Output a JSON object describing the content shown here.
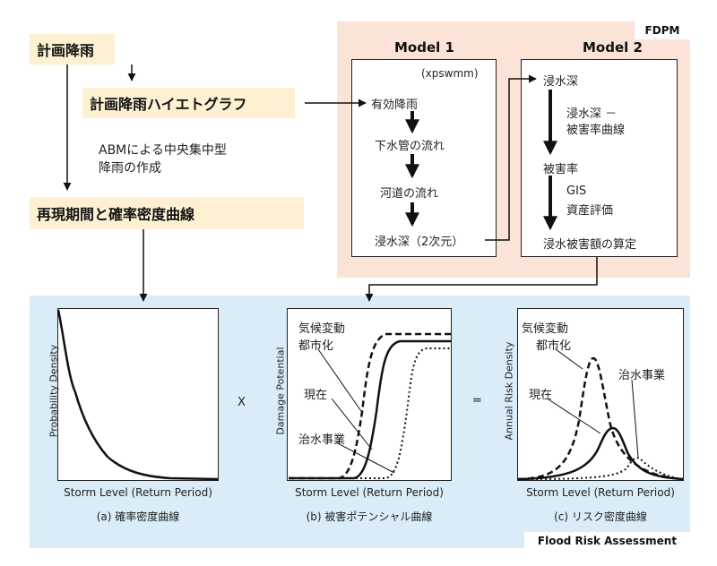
{
  "flow": {
    "rainfall": "計画降雨",
    "hyetograph": "計画降雨ハイエトグラフ",
    "abm_note_line1": "ABMによる中央集中型",
    "abm_note_line2": "降雨の作成",
    "return_period": "再現期間と確率密度曲線"
  },
  "fdpm": {
    "tag": "FDPM",
    "model1": {
      "title": "Model 1",
      "subtitle": "(xpswmm)",
      "steps": [
        "有効降雨",
        "下水管の流れ",
        "河道の流れ",
        "浸水深（2次元）"
      ]
    },
    "model2": {
      "title": "Model 2",
      "steps": [
        "浸水深",
        "被害率",
        "浸水被害額の算定"
      ],
      "note1_line1": "浸水深 －",
      "note1_line2": "被害率曲線",
      "note2_line1": "GIS",
      "note2_line2": "資産評価"
    }
  },
  "fra": {
    "tag": "Flood Risk Assessment",
    "op_multiply": "X",
    "op_equals": "=",
    "panels": [
      {
        "ylabel": "Probability Density",
        "xlabel": "Storm Level (Return Period)",
        "caption": "(a) 確率密度曲線"
      },
      {
        "ylabel": "Damage Potential",
        "xlabel": "Storm Level (Return Period)",
        "caption": "(b) 被害ポテンシャル曲線",
        "labels": [
          "気候変動",
          "都市化",
          "現在",
          "治水事業"
        ]
      },
      {
        "ylabel": "Annual Risk Density",
        "xlabel": "Storm Level (Return Period)",
        "caption": "(c) リスク密度曲線",
        "labels": [
          "気候変動",
          "都市化",
          "現在",
          "治水事業"
        ]
      }
    ]
  },
  "colors": {
    "flow_box": "#fdf1d2",
    "fdpm_bg": "#fbe3d8",
    "fra_bg": "#d9ecf8",
    "line": "#111111"
  }
}
